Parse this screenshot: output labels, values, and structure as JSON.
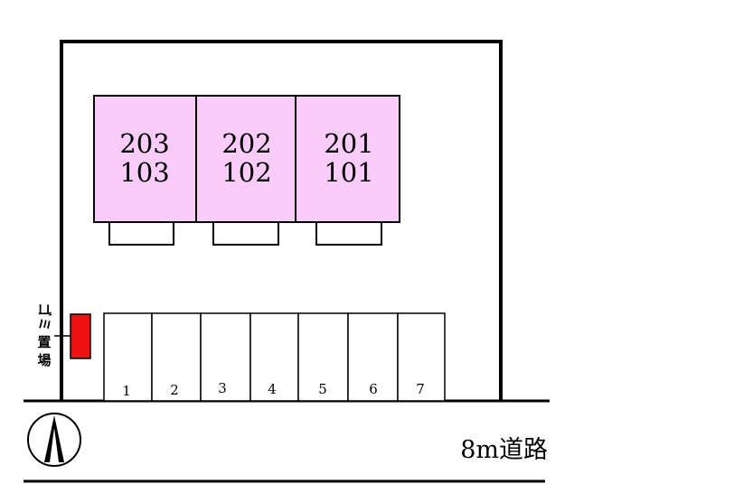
{
  "colors": {
    "building_fill": "#f9ccf9",
    "garbage_fill": "#ee1111",
    "line": "#000000",
    "background": "#ffffff"
  },
  "buildings": [
    {
      "upper": "203",
      "lower": "103"
    },
    {
      "upper": "202",
      "lower": "102"
    },
    {
      "upper": "201",
      "lower": "101"
    }
  ],
  "parking_spaces": [
    "1",
    "2",
    "3",
    "4",
    "5",
    "6",
    "7"
  ],
  "garbage": {
    "chars": [
      "ゴ",
      "ミ",
      "置",
      "場"
    ]
  },
  "road": {
    "label": "8m道路"
  },
  "compass": {
    "icon": "north-arrow-icon"
  }
}
